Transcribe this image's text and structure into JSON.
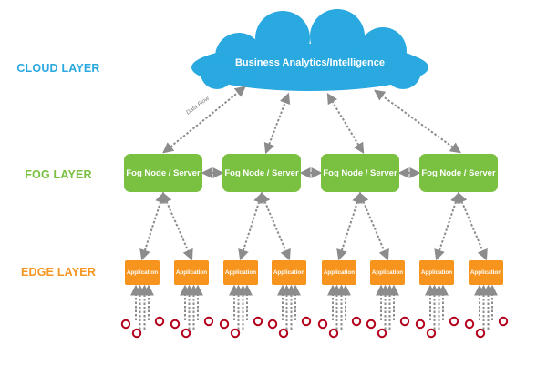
{
  "labels": {
    "cloud_layer": "CLOUD LAYER",
    "fog_layer": "FOG LAYER",
    "edge_layer": "EDGE LAYER"
  },
  "cloud": {
    "text": "Business Analytics/Intelligence"
  },
  "data_flow_label": "Data Flow",
  "fog_nodes": [
    {
      "label": "Fog Node / Server"
    },
    {
      "label": "Fog Node / Server"
    },
    {
      "label": "Fog Node / Server"
    },
    {
      "label": "Fog Node / Server"
    }
  ],
  "applications": [
    {
      "label": "Application"
    },
    {
      "label": "Application"
    },
    {
      "label": "Application"
    },
    {
      "label": "Application"
    },
    {
      "label": "Application"
    },
    {
      "label": "Application"
    },
    {
      "label": "Application"
    },
    {
      "label": "Application"
    }
  ],
  "colors": {
    "cloud": "#29a9e0",
    "cloud_label": "#29a9e0",
    "fog": "#7ac142",
    "fog_label": "#7ac142",
    "edge": "#f7941d",
    "edge_label": "#f7941d",
    "arrow": "#8c8c8c",
    "device": "#b3001b"
  }
}
